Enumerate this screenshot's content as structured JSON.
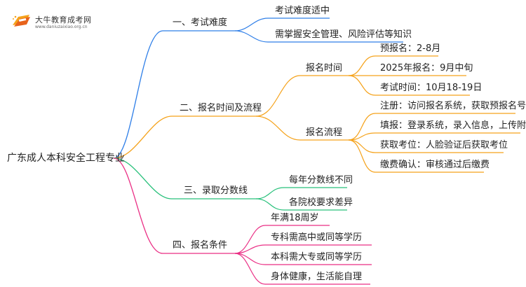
{
  "brand": {
    "name": "大牛教育成考网",
    "url": "www.daniuzaixiao.org.cn",
    "logo_icon": "book-logo-icon"
  },
  "colors": {
    "blue": "#2f7fe8",
    "orange": "#f5a21a",
    "green": "#27c07a",
    "pink": "#ea2f85"
  },
  "mindmap": {
    "root": "广东成人本科安全工程专业",
    "branches": [
      {
        "label": "一、考试难度",
        "items": [
          "考试难度适中",
          "需掌握安全管理、风险评估等知识"
        ]
      },
      {
        "label": "二、报名时间及流程",
        "groups": [
          {
            "label": "报名时间",
            "items": [
              "预报名：2-8月",
              "2025年报名：9月中旬",
              "考试时间：10月18-19日"
            ]
          },
          {
            "label": "报名流程",
            "items": [
              "注册：访问报名系统，获取预报名号",
              "填报：登录系统，录入信息，上传附件",
              "获取考位：人脸验证后获取考位",
              "缴费确认：审核通过后缴费"
            ]
          }
        ]
      },
      {
        "label": "三、录取分数线",
        "items": [
          "每年分数线不同",
          "各院校要求差异"
        ]
      },
      {
        "label": "四、报名条件",
        "items": [
          "年满18周岁",
          "专科需高中或同等学历",
          "本科需大专或同等学历",
          "身体健康，生活能自理"
        ]
      }
    ]
  }
}
